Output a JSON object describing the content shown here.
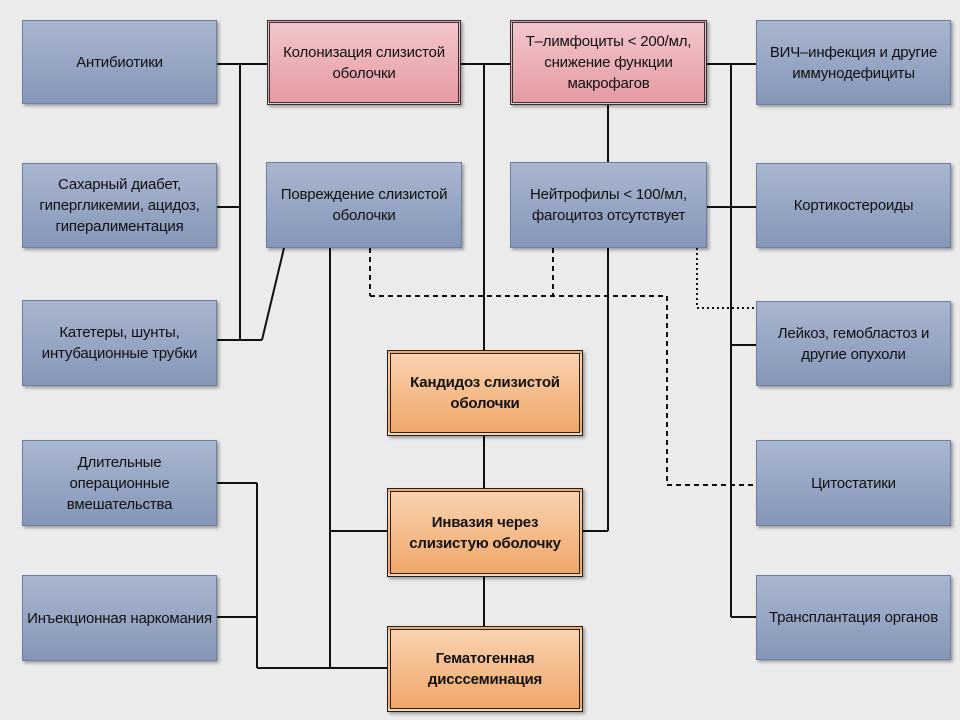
{
  "colors": {
    "factor_box": "#8f9fbe",
    "local_factor_box": "#e8a3ab",
    "outcome_box": "#f3b47c",
    "connector": "#111111"
  },
  "left": {
    "antibiotics": "Антибиотики",
    "diabetes": "Сахарный диабет, гипергликемии, ацидоз, гипералиментация",
    "catheters": "Катетеры, шунты, интубационные трубки",
    "surgery": "Длительные операционные вмешательства",
    "drug_use": "Инъекционная наркомания"
  },
  "center_left": {
    "colonization": "Колонизация слизистой оболочки",
    "damage": "Повреждение слизистой оболочки"
  },
  "center_right": {
    "t_cells": "Т–лимфоциты < 200/мл, снижение функции макрофагов",
    "neutrophils": "Нейтрофилы < 100/мл, фагоцитоз отсутствует"
  },
  "right": {
    "hiv": "ВИЧ–инфекция и другие иммунодефициты",
    "corticosteroids": "Кортикостероиды",
    "leukemia": "Лейкоз, гемобластоз и другие опухоли",
    "cytostatics": "Цитостатики",
    "transplant": "Трансплантация органов"
  },
  "outcomes": {
    "candidiasis": "Кандидоз слизистой оболочки",
    "invasion": "Инвазия через слизистую оболочку",
    "dissemination": "Гематогенная дисссеминация"
  }
}
